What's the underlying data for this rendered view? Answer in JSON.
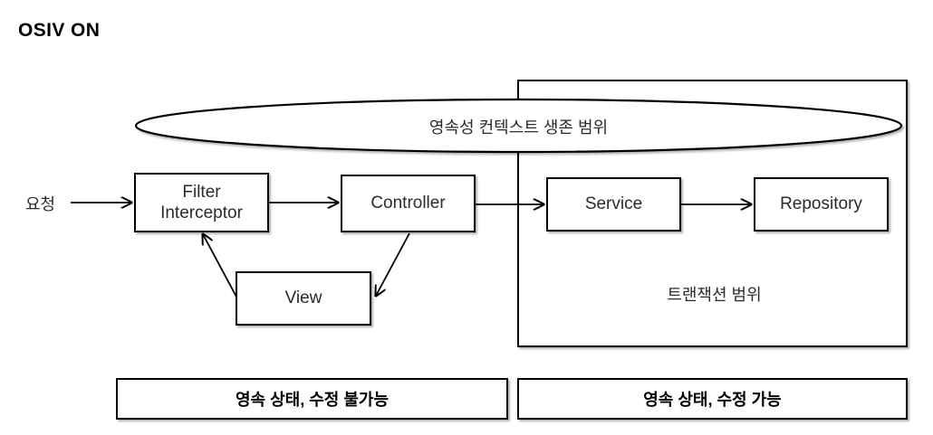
{
  "title": "OSIV ON",
  "diagram": {
    "request_label": "요청",
    "persistence_context_scope": "영속성 컨텍스트 생존 범위",
    "transaction_scope": "트랜잭션 범위",
    "nodes": {
      "filter_interceptor": "Filter\nInterceptor",
      "controller": "Controller",
      "view": "View",
      "service": "Service",
      "repository": "Repository"
    },
    "state_bars": {
      "left": "영속 상태, 수정 불가능",
      "right": "영속 상태, 수정 가능"
    }
  },
  "colors": {
    "stroke": "#000000",
    "text": "#2b2b2b",
    "background": "#ffffff"
  }
}
